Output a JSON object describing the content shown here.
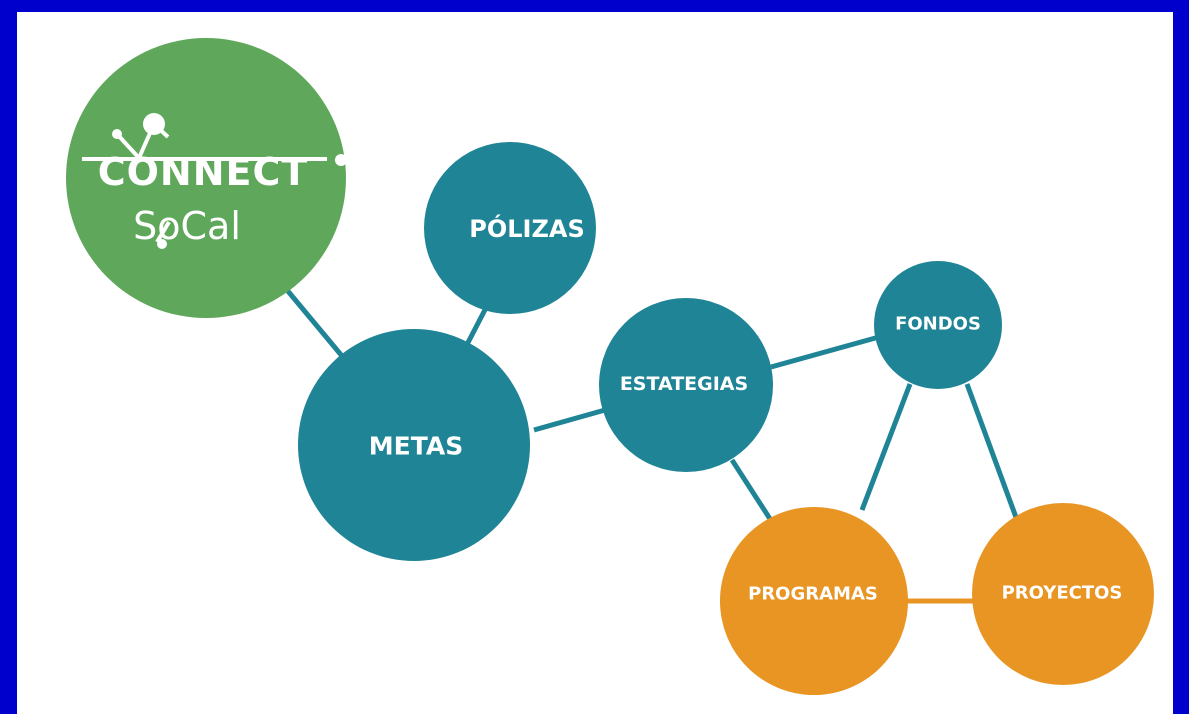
{
  "colors": {
    "background_border": "#0000cc",
    "canvas": "#ffffff",
    "teal": "#1e8496",
    "orange": "#e89524",
    "green": "#5fa85b",
    "white": "#ffffff"
  },
  "logo": {
    "line1": "CONNECT",
    "line2": "SoCal",
    "icon": "molecule-connection-icon"
  },
  "nodes": {
    "polizas": "PÓLIZAS",
    "metas": "METAS",
    "estategias": "ESTATEGIAS",
    "fondos": "FONDOS",
    "programas": "PROGRAMAS",
    "proyectos": "PROYECTOS"
  },
  "connections": [
    [
      "logo",
      "metas"
    ],
    [
      "polizas",
      "metas"
    ],
    [
      "metas",
      "estategias"
    ],
    [
      "estategias",
      "fondos"
    ],
    [
      "estategias",
      "programas"
    ],
    [
      "fondos",
      "programas"
    ],
    [
      "fondos",
      "proyectos"
    ],
    [
      "programas",
      "proyectos"
    ]
  ]
}
